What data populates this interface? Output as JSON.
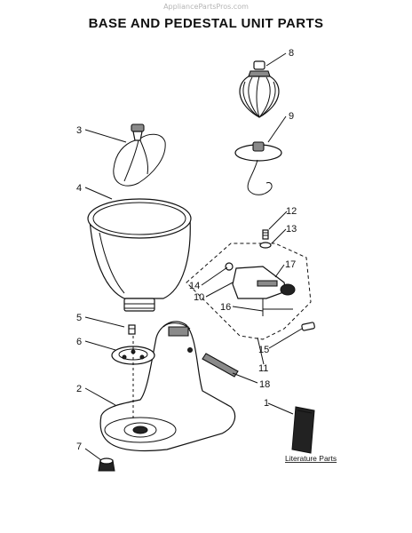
{
  "watermark": "AppliancePartsPros.com",
  "title": "BASE AND PEDESTAL UNIT PARTS",
  "callouts": {
    "c1": "1",
    "c2": "2",
    "c3": "3",
    "c4": "4",
    "c5": "5",
    "c6": "6",
    "c7": "7",
    "c8": "8",
    "c9": "9",
    "c10": "10",
    "c11": "11",
    "c12": "12",
    "c13": "13",
    "c14": "14",
    "c15": "15",
    "c16": "16",
    "c17": "17",
    "c18": "18"
  },
  "literature_label": "Literature Parts"
}
